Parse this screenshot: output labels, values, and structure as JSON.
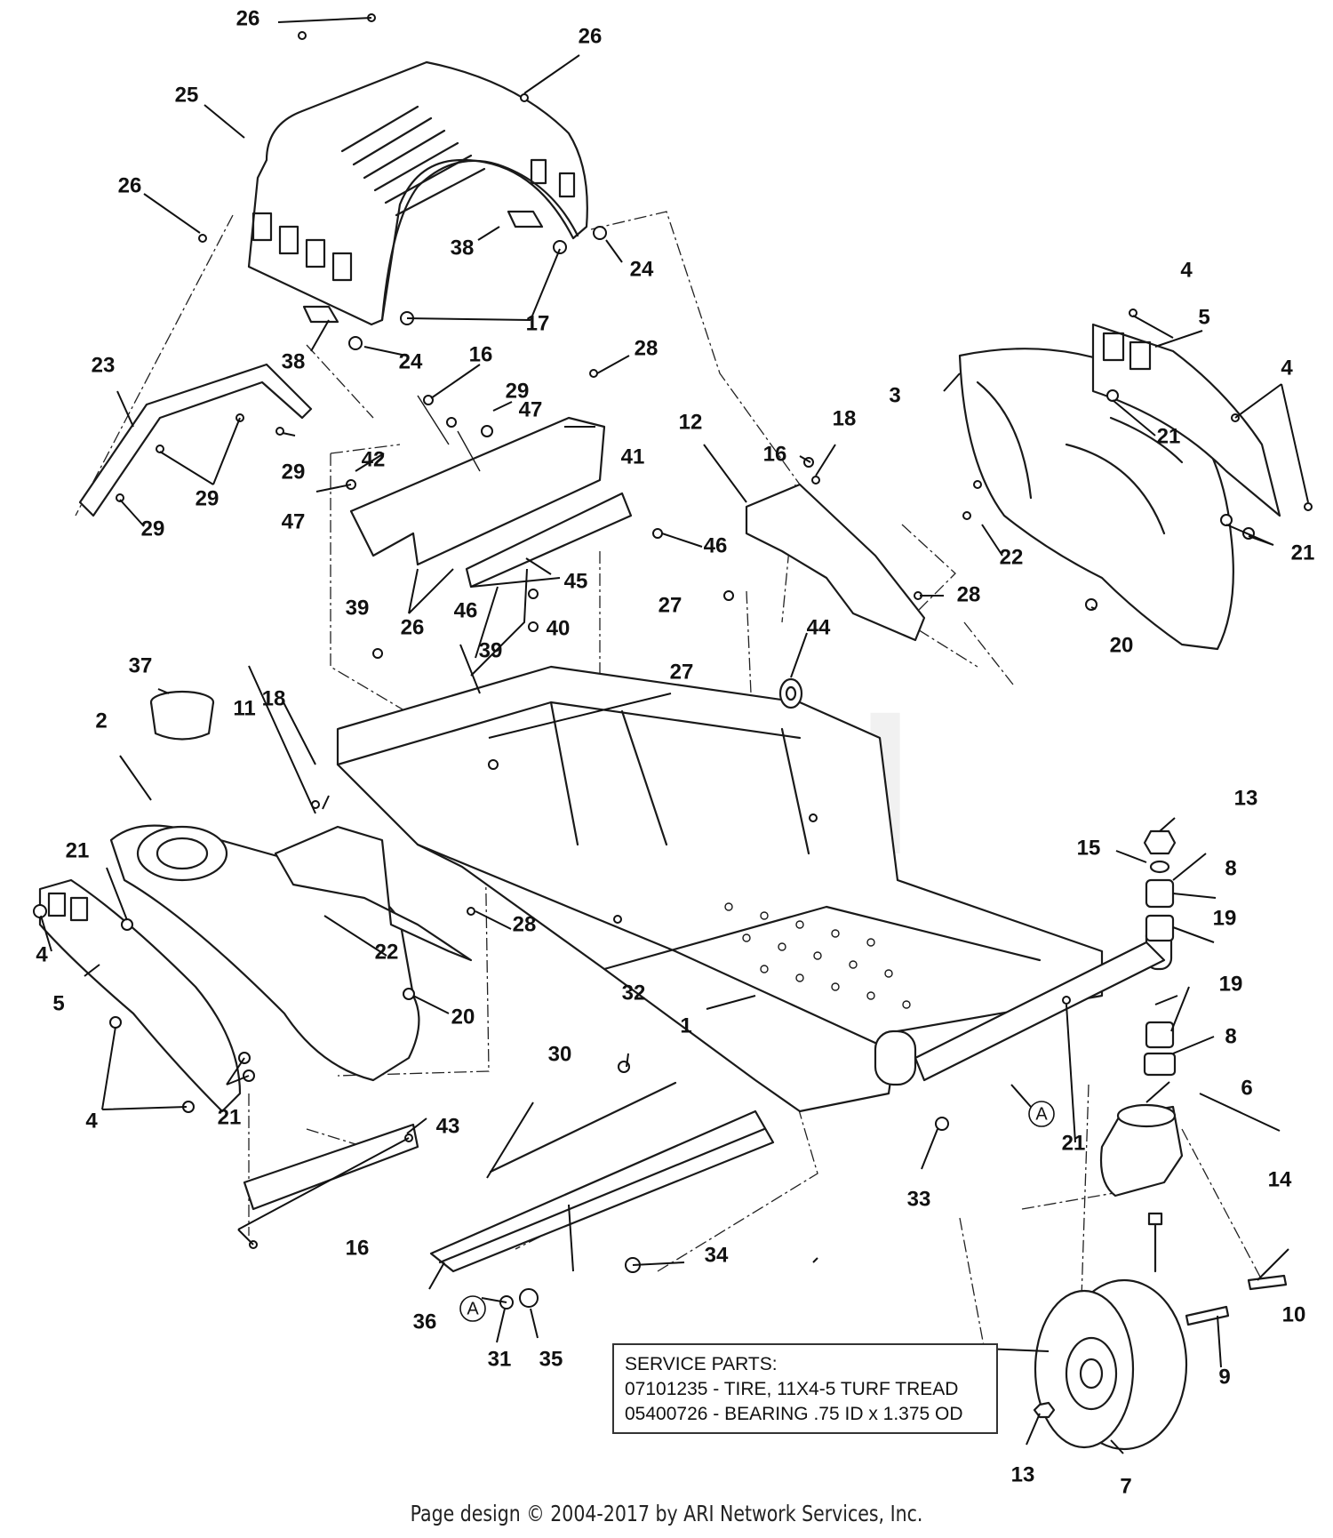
{
  "callouts": [
    "1",
    "2",
    "3",
    "4",
    "5",
    "6",
    "7",
    "8",
    "9",
    "10",
    "11",
    "12",
    "13",
    "14",
    "15",
    "16",
    "17",
    "18",
    "19",
    "20",
    "21",
    "22",
    "23",
    "24",
    "25",
    "26",
    "27",
    "28",
    "29",
    "30",
    "31",
    "32",
    "33",
    "34",
    "35",
    "36",
    "37",
    "38",
    "39",
    "40",
    "41",
    "42",
    "43",
    "44",
    "45",
    "46",
    "47"
  ],
  "reference_marker": "A",
  "service_parts": {
    "title": "SERVICE PARTS:",
    "lines": [
      "07101235 - TIRE, 11X4-5 TURF TREAD",
      "05400726 - BEARING .75 ID x 1.375 OD"
    ]
  },
  "footer": "Page design © 2004-2017 by ARI Network Services, Inc.",
  "watermark": "ARI"
}
